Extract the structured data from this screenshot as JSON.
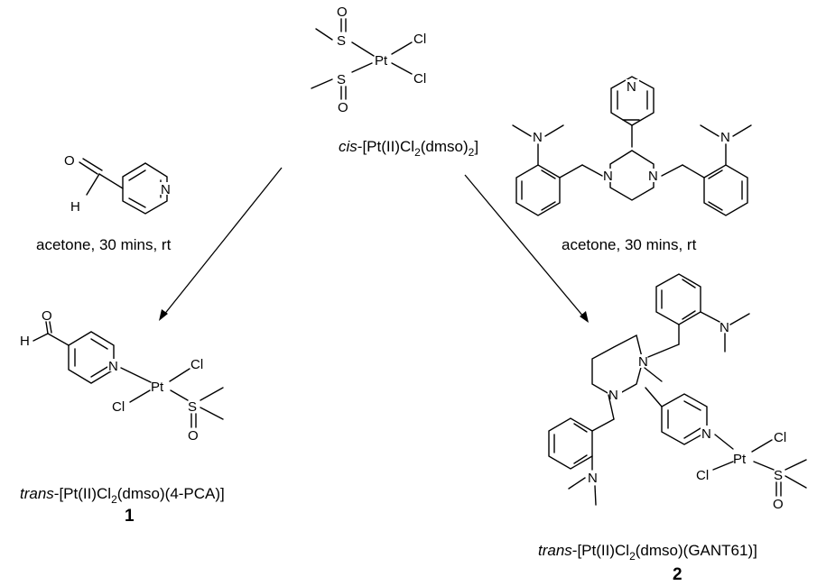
{
  "atoms": {
    "S": "S",
    "O": "O",
    "Pt": "Pt",
    "Cl": "Cl",
    "N": "N",
    "H": "H"
  },
  "start_material": {
    "caption_italic": "cis",
    "caption_main": "-[Pt(II)Cl",
    "caption_sub": "2",
    "caption_mid": "(dmso)",
    "caption_sub2": "2",
    "caption_end": "]"
  },
  "left_reaction": {
    "reagent": "4-pyridinecarboxaldehyde",
    "conditions": "acetone, 30 mins, rt"
  },
  "right_reaction": {
    "reagent": "GANT61",
    "conditions": "acetone, 30 mins, rt"
  },
  "product_1": {
    "caption_italic": "trans",
    "caption_main": "-[Pt(II)Cl",
    "caption_sub": "2",
    "caption_end": "(dmso)(4-PCA)]",
    "number": "1"
  },
  "product_2": {
    "caption_italic": "trans",
    "caption_main": "-[Pt(II)Cl",
    "caption_sub": "2",
    "caption_end": "(dmso)(GANT61)]",
    "number": "2"
  }
}
